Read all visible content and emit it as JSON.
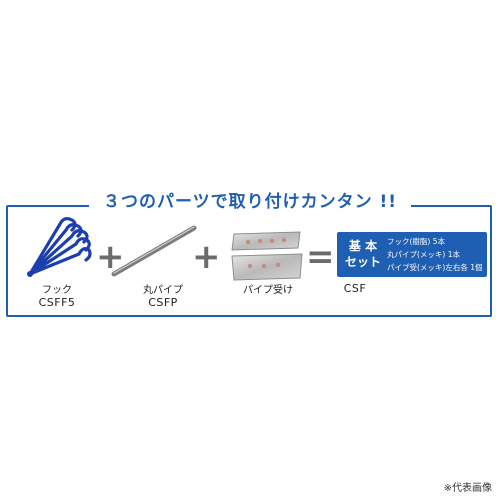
{
  "title": "３つのパーツで取り付けカンタン !!",
  "operators": {
    "plus": "+",
    "equals": "="
  },
  "parts": [
    {
      "name": "フック",
      "code": "CSFF5",
      "icon": "hook-icon"
    },
    {
      "name": "丸パイプ",
      "code": "CSFP",
      "icon": "pipe-icon"
    },
    {
      "name": "パイプ受け",
      "code": "",
      "icon": "pipe-bracket-icon"
    }
  ],
  "result": {
    "code": "CSF",
    "label_line1": "基 本",
    "label_line2": "セット",
    "items": [
      "フック(樹脂) 5本",
      "丸パイプ(メッキ) 1本",
      "パイプ受(メッキ)左右各 1個"
    ]
  },
  "footnote": "※代表画像",
  "colors": {
    "accent": "#1f5fb3",
    "hook": "#1c3fb0",
    "operator": "#6b6b6b"
  }
}
